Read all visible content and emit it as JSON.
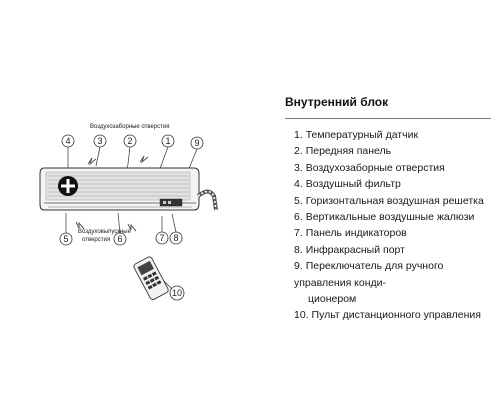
{
  "section_title": "Внутренний блок",
  "diagram_labels": {
    "top_label": "Воздухозаборные отверстия",
    "bottom_label_line1": "Воздуховыпускные",
    "bottom_label_line2": "отверстия"
  },
  "callouts": [
    "1",
    "2",
    "3",
    "4",
    "5",
    "6",
    "7",
    "8",
    "9",
    "10"
  ],
  "legend": [
    {
      "number": "1.",
      "text": "Температурный датчик"
    },
    {
      "number": "2.",
      "text": "Передняя панель"
    },
    {
      "number": "3.",
      "text": "Воздухозаборные отверстия"
    },
    {
      "number": "4.",
      "text": "Воздушный фильтр"
    },
    {
      "number": "5.",
      "text": "Горизонтальная воздушная решетка"
    },
    {
      "number": "6.",
      "text": "Вертикальные воздушные жалюзи"
    },
    {
      "number": "7.",
      "text": "Панель индикаторов"
    },
    {
      "number": "8.",
      "text": "Инфракрасный порт"
    },
    {
      "number": "9.",
      "text": "Переключатель для ручного управления конди-",
      "continuation": "ционером"
    },
    {
      "number": "10.",
      "text": "Пульт дистанционного управления"
    }
  ]
}
